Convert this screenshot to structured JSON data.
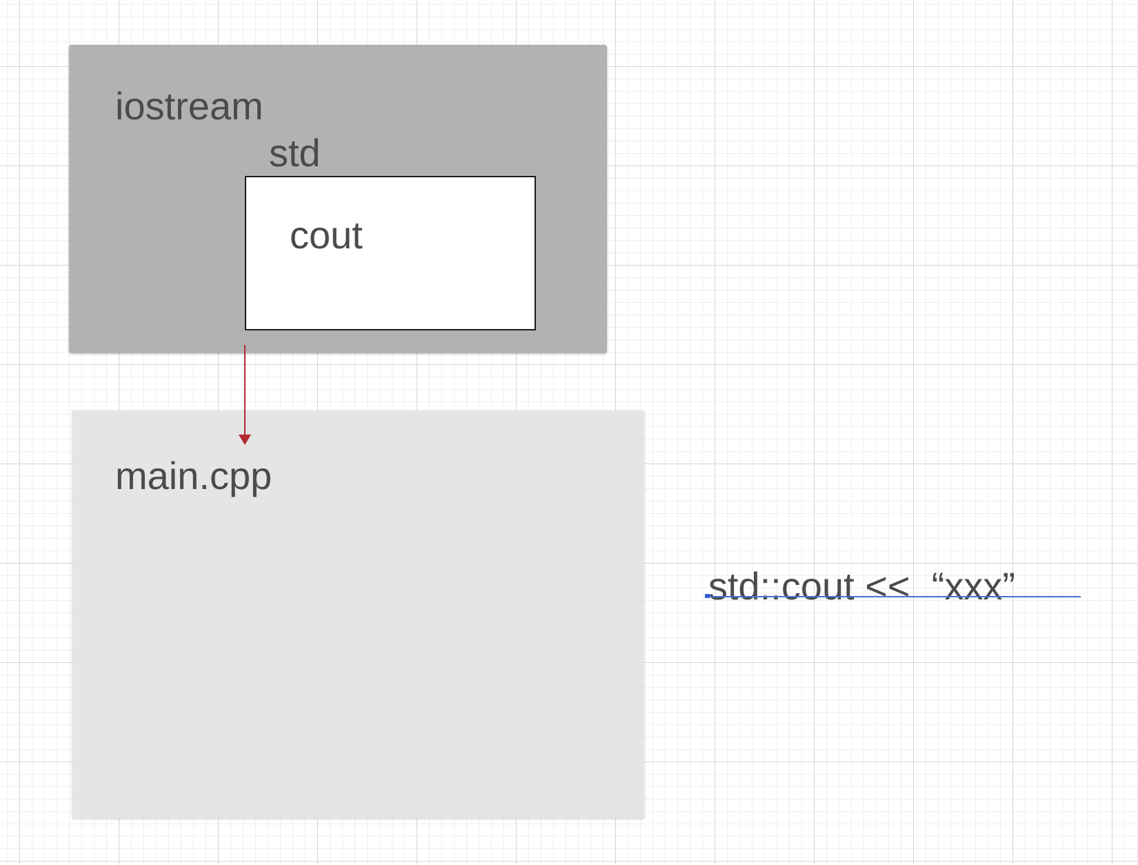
{
  "diagram": {
    "nodes": {
      "iostream": {
        "label": "iostream",
        "fill": "#b2b2b2"
      },
      "std": {
        "label": "std"
      },
      "cout": {
        "label": "cout",
        "fill": "#ffffff",
        "border": "#1a1a1a"
      },
      "main": {
        "label": "main.cpp",
        "fill": "#e5e5e5"
      }
    },
    "code_snippet": "std::cout <<  “xxx”",
    "edges": [
      {
        "from": "cout",
        "to": "main",
        "color": "#b22a35"
      }
    ],
    "colors": {
      "text": "#4b4b4b",
      "selection": "#4a6fd8",
      "grid_major": "#d4d4d4",
      "grid_minor": "#eeeeee"
    }
  }
}
